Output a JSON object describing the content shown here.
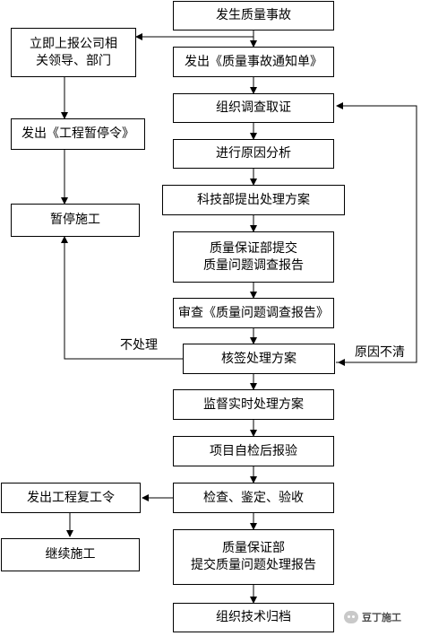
{
  "nodes": {
    "n_accident": "发生质量事故",
    "n_notice": "发出《质量事故通知单》",
    "n_investigate": "组织调查取证",
    "n_cause": "进行原因分析",
    "n_plan": "科技部提出处理方案",
    "n_report": "质量保证部提交\n质量问题调查报告",
    "n_review": "审查《质量问题调查报告》",
    "n_approve": "核签处理方案",
    "n_supervise": "监督实时处理方案",
    "n_selfcheck": "项目自检后报验",
    "n_inspect": "检查、鉴定、验收",
    "n_finalreport": "质量保证部\n提交质量问题处理报告",
    "n_archive": "组织技术归档",
    "n_leaders": "立即上报公司相\n关领导、部门",
    "n_stoporder": "发出《工程暂停令》",
    "n_halt": "暂停施工",
    "n_resume": "发出工程复工令",
    "n_continue": "继续施工"
  },
  "edge_labels": {
    "no_process": "不处理",
    "cause_unclear": "原因不清"
  },
  "watermark": {
    "icon": "wechat-icon",
    "text": "豆丁施工"
  }
}
